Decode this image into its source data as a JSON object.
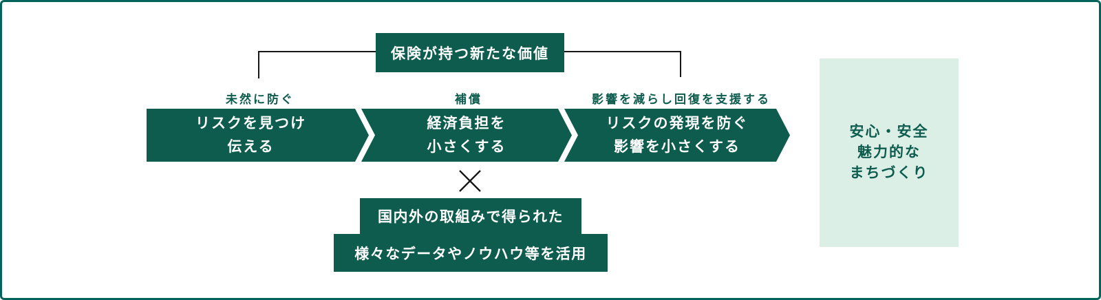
{
  "title": {
    "label": "保険が持つ新たな価値"
  },
  "steps": [
    {
      "tag": "未然に防ぐ",
      "lines": [
        "リスクを見つけ",
        "伝える"
      ]
    },
    {
      "tag": "補償",
      "lines": [
        "経済負担を",
        "小さくする"
      ]
    },
    {
      "tag": "影響を減らし回復を支援する",
      "lines": [
        "リスクの発現を防ぐ",
        "影響を小さくする"
      ]
    }
  ],
  "multiply_symbol": "×",
  "resources": {
    "lines": [
      "国内外の取組みで得られた",
      "様々なデータやノウハウ等を活用"
    ]
  },
  "outcome": {
    "lines": [
      "安心・安全",
      "魅力的な",
      "まちづくり"
    ]
  },
  "colors": {
    "primary_green": "#0e5c4e",
    "outcome_bg": "#dbefe6",
    "frame_border": "#00645a",
    "connector_line": "#161616",
    "text_on_green": "#ffffff"
  }
}
